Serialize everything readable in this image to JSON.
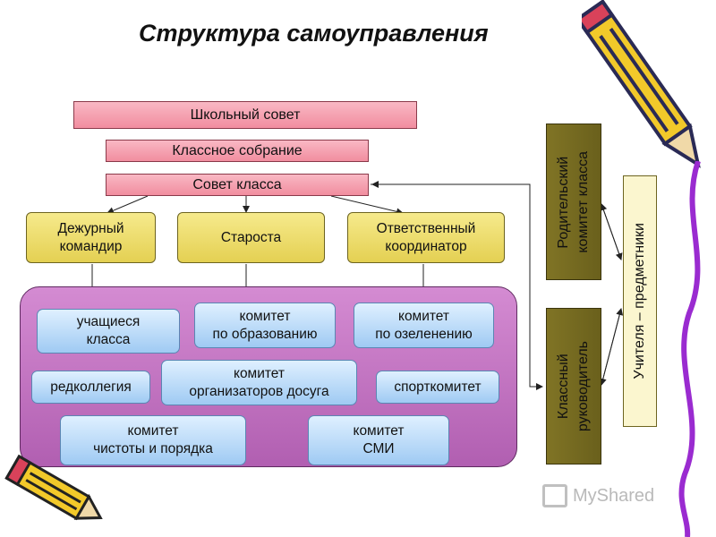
{
  "title": "Структура самоуправления",
  "nodes": {
    "school_council": "Школьный совет",
    "class_meeting": "Классное собрание",
    "class_council": "Совет класса",
    "duty_commander": "Дежурный\nкомандир",
    "headman": "Староста",
    "coordinator": "Ответственный\nкоординатор",
    "students": "учащиеся\nкласса",
    "education_committee": "комитет\nпо образованию",
    "greening_committee": "комитет\nпо озеленению",
    "editorial_board": "редколлегия",
    "leisure_committee": "комитет\nорганизаторов досуга",
    "sports_committee": "спорткомитет",
    "cleanliness_committee": "комитет\nчистоты и порядка",
    "media_committee": "комитет\nСМИ",
    "parent_committee": "Родительский\nкомитет класса",
    "class_teacher": "Классный\nруководитель",
    "subject_teachers": "Учителя – предметники"
  },
  "watermark": "MyShared",
  "colors": {
    "pink": "#f4a3b2",
    "yellow": "#efe07a",
    "purple": "#c477c3",
    "blue": "#c4e1fb",
    "olive": "#786d22",
    "cream": "#fbf6cf"
  }
}
